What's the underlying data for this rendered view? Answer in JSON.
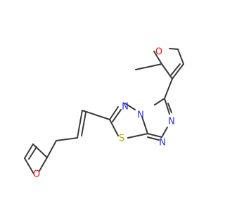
{
  "colors": {
    "bond": "#3a3a3a",
    "oxygen": "#ff0d0d",
    "nitrogen": "#2b2bff",
    "sulfur": "#b8a800",
    "background": "#ffffff"
  },
  "atoms": {
    "n_top_left": "N",
    "n_bridge": "N",
    "n_right_1": "N",
    "n_right_2": "N",
    "s_ring": "S",
    "o_furan_top": "O",
    "o_furan_left": "O"
  }
}
